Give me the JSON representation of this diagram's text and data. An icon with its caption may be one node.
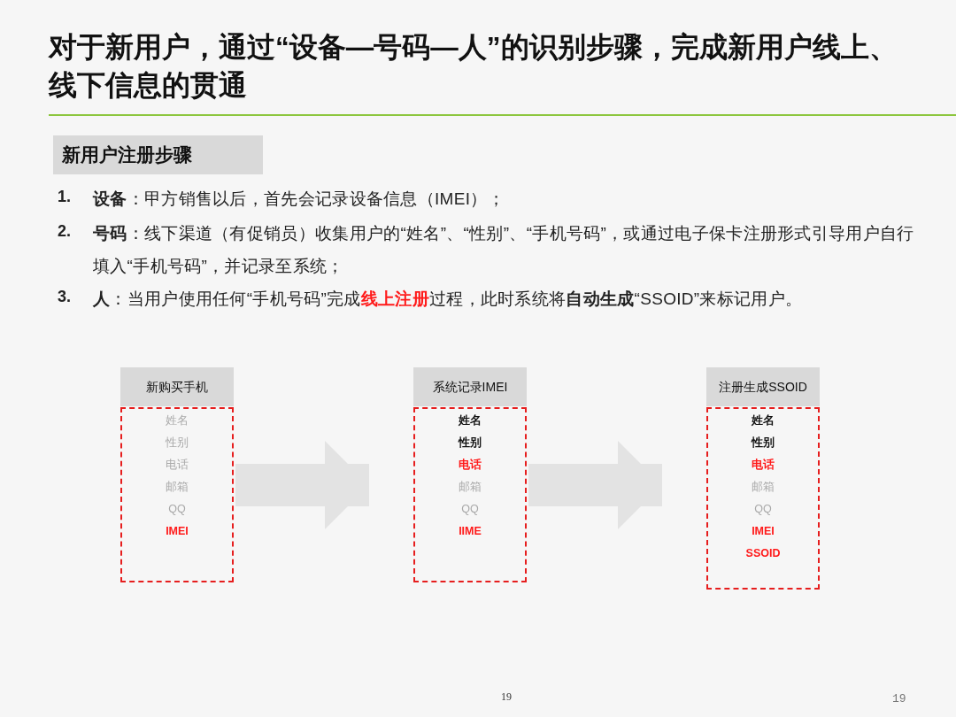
{
  "diagram": {
    "title": "对于新用户，通过“设备—号码—人”的识别步骤，完成新用户线上、线下信息的贯通",
    "nodes": [
      {
        "text": [
          "新用户注册步骤"
        ]
      },
      {
        "text": [
          "新购买手机"
        ]
      },
      {
        "text": [
          "姓名",
          "性别",
          "电话",
          "邮箱",
          "QQ",
          "IMEI"
        ]
      },
      {
        "text": [
          "系统记录IMEI"
        ]
      },
      {
        "text": [
          "姓名",
          "性别",
          "电话",
          "邮箱",
          "QQ",
          "IIME"
        ]
      },
      {
        "text": [
          "注册生成SSOID"
        ]
      },
      {
        "text": [
          "姓名",
          "性别",
          "电话",
          "邮箱",
          "QQ",
          "IMEI",
          "SSOID"
        ]
      }
    ],
    "edges": [
      {
        "from": 2,
        "to": 4,
        "arrow": "to"
      },
      {
        "from": 4,
        "to": 6,
        "arrow": "to"
      }
    ],
    "labels": [
      "1.",
      "**设备**：甲方销售以后，首先会记录设备信息（IMEI）；",
      "2.",
      "**号码**：线下渠道（有促销员）收集用户的“姓名”、“性别”、“手机号码”，或通过电子保卡注册形式引导用户自行填入“手机号码”，并记录至系统；",
      "3.",
      "**人**：当用户使用任何“手机号码”完成**线上注册**过程，此时系统将**自动生成**“SSOID”来标记用户。",
      "19",
      "19"
    ]
  }
}
